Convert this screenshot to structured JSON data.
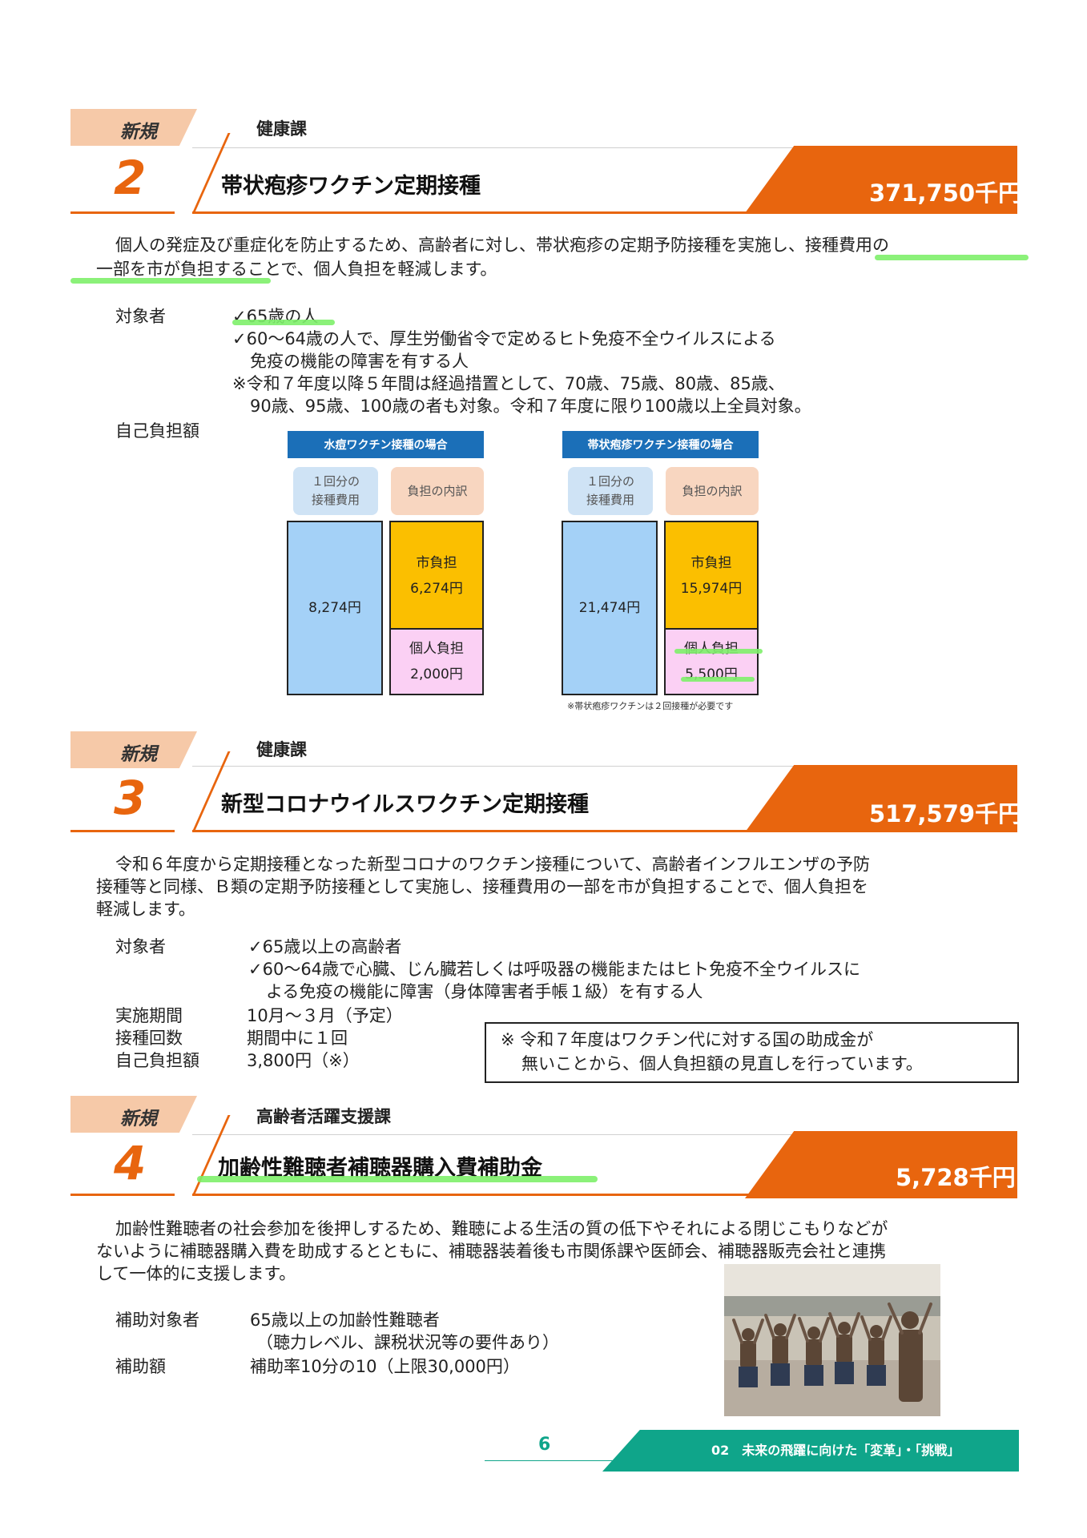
{
  "sections": [
    {
      "tag": "新規",
      "dept": "健康課",
      "number": "2",
      "title": "帯状疱疹ワクチン定期接種",
      "amount": "371,750千円",
      "description": [
        "個人の発症及び重症化を防止するため、高齢者に対し、帯状疱疹の定期予防接種を実施し、接種費用の",
        "一部を市が負担することで、個人負担を軽減します。"
      ],
      "target_label": "対象者",
      "targets": [
        "✓65歳の人",
        "✓60～64歳の人で、厚生労働省令で定めるヒト免疫不全ウイルスによる",
        "免疫の機能の障害を有する人",
        "※令和７年度以降５年間は経過措置として、70歳、75歳、80歳、85歳、",
        "90歳、95歳、100歳の者も対象。令和７年度に限り100歳以上全員対象。"
      ],
      "cost_label": "自己負担額",
      "charts": [
        {
          "heading": "水痘ワクチン接種の場合",
          "col1_label": [
            "１回分の",
            "接種費用"
          ],
          "col2_label": "負担の内訳",
          "total": "8,274円",
          "city_label": "市負担",
          "city_value": "6,274円",
          "personal_label": "個人負担",
          "personal_value": "2,000円",
          "colors": {
            "total": "#a4d1f7",
            "city": "#fbbf00",
            "personal": "#fbd0f4"
          }
        },
        {
          "heading": "帯状疱疹ワクチン接種の場合",
          "col1_label": [
            "１回分の",
            "接種費用"
          ],
          "col2_label": "負担の内訳",
          "total": "21,474円",
          "city_label": "市負担",
          "city_value": "15,974円",
          "personal_label": "個人負担",
          "personal_value": "5,500円",
          "colors": {
            "total": "#a4d1f7",
            "city": "#fbbf00",
            "personal": "#fbd0f4"
          }
        }
      ],
      "chart_note": "※帯状疱疹ワクチンは２回接種が必要です"
    },
    {
      "tag": "新規",
      "dept": "健康課",
      "number": "3",
      "title": "新型コロナウイルスワクチン定期接種",
      "amount": "517,579千円",
      "description": [
        "令和６年度から定期接種となった新型コロナのワクチン接種について、高齢者インフルエンザの予防",
        "接種等と同様、Ｂ類の定期予防接種として実施し、接種費用の一部を市が負担することで、個人負担を",
        "軽減します。"
      ],
      "target_label": "対象者",
      "targets": [
        "✓65歳以上の高齢者",
        "✓60～64歳で心臓、じん臓若しくは呼吸器の機能またはヒト免疫不全ウイルスに",
        "よる免疫の機能に障害（身体障害者手帳１級）を有する人"
      ],
      "rows": [
        {
          "label": "実施期間",
          "value": "10月～３月（予定）"
        },
        {
          "label": "接種回数",
          "value": "期間中に１回"
        },
        {
          "label": "自己負担額",
          "value": "3,800円（※）"
        }
      ],
      "notice": [
        "※ 令和７年度はワクチン代に対する国の助成金が",
        "無いことから、個人負担額の見直しを行っています。"
      ]
    },
    {
      "tag": "新規",
      "dept": "高齢者活躍支援課",
      "number": "4",
      "title": "加齢性難聴者補聴器購入費補助金",
      "amount": "5,728千円",
      "description": [
        "加齢性難聴者の社会参加を後押しするため、難聴による生活の質の低下やそれによる閉じこもりなどが",
        "ないように補聴器購入費を助成するとともに、補聴器装着後も市関係課や医師会、補聴器販売会社と連携",
        "して一体的に支援します。"
      ],
      "rows": [
        {
          "label": "補助対象者",
          "value": "65歳以上の加齢性難聴者"
        },
        {
          "label": "",
          "value": "（聴力レベル、課税状況等の要件あり）"
        },
        {
          "label": "補助額",
          "value": "補助率10分の10（上限30,000円）"
        }
      ]
    }
  ],
  "footer": {
    "page": "6",
    "chapter": "02　未来の飛躍に向けた「変革」・「挑戦」"
  },
  "colors": {
    "accent": "#e8650e",
    "tag": "#f6c9a8",
    "teal": "#0fa58a",
    "highlight": "#7ef06a",
    "chart_head": "#1b6fb8"
  }
}
